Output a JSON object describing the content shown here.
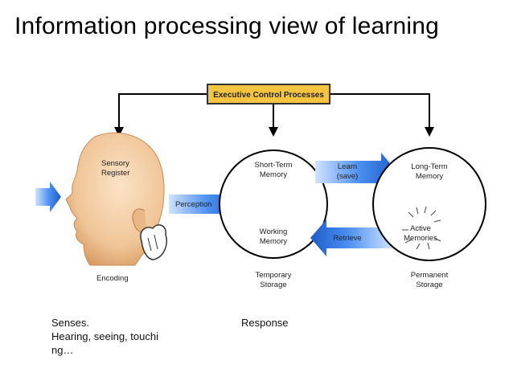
{
  "slide": {
    "title": "Information processing view of learning",
    "notes": {
      "senses_line1": "Senses.",
      "senses_line2": "Hearing, seeing, touchi",
      "senses_line3": "ng…",
      "response": "Response"
    }
  },
  "diagram": {
    "executive_control": "Executive Control Processes",
    "sensory_register_line1": "Sensory",
    "sensory_register_line2": "Register",
    "perception": "Perception",
    "encoding": "Encoding",
    "short_term_line1": "Short-Term",
    "short_term_line2": "Memory",
    "working_line1": "Working",
    "working_line2": "Memory",
    "temporary_line1": "Temporary",
    "temporary_line2": "Storage",
    "learn_line1": "Learn",
    "learn_line2": "(save)",
    "retrieve": "Retrieve",
    "long_term_line1": "Long-Term",
    "long_term_line2": "Memory",
    "active_line1": "Active",
    "active_line2": "Memories",
    "permanent_line1": "Permanent",
    "permanent_line2": "Storage"
  },
  "colors": {
    "exec_box_fill": "#f5c542",
    "arrow_blue": "#2f6fd6",
    "skin": "#f3cfa6"
  }
}
